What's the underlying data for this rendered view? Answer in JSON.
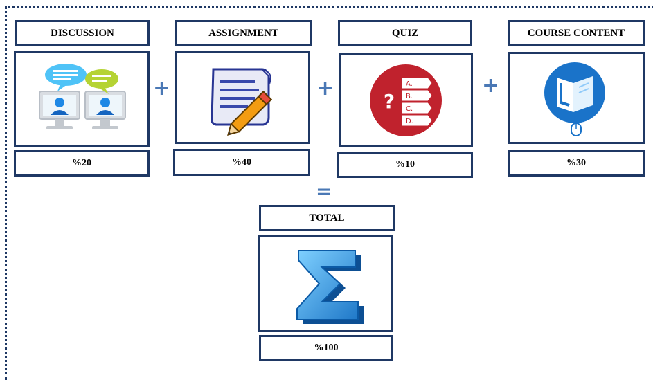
{
  "components": [
    {
      "title": "DISCUSSION",
      "percent": "%20",
      "icon": "discussion-icon"
    },
    {
      "title": "ASSIGNMENT",
      "percent": "%40",
      "icon": "assignment-icon"
    },
    {
      "title": "QUIZ",
      "percent": "%10",
      "icon": "quiz-icon",
      "quiz_options": [
        "A.",
        "B.",
        "C.",
        "D."
      ],
      "quiz_mark": "?"
    },
    {
      "title": "COURSE CONTENT",
      "percent": "%30",
      "icon": "course-content-icon"
    }
  ],
  "operators": {
    "plus": "+",
    "equals": "="
  },
  "total": {
    "title": "TOTAL",
    "percent": "%100",
    "icon": "sigma-icon"
  },
  "colors": {
    "border": "#1f3864",
    "operator": "#4a78b5",
    "quiz_red": "#c0222d",
    "sigma_blue": "#2f8fd6",
    "course_blue": "#1a73c9"
  }
}
